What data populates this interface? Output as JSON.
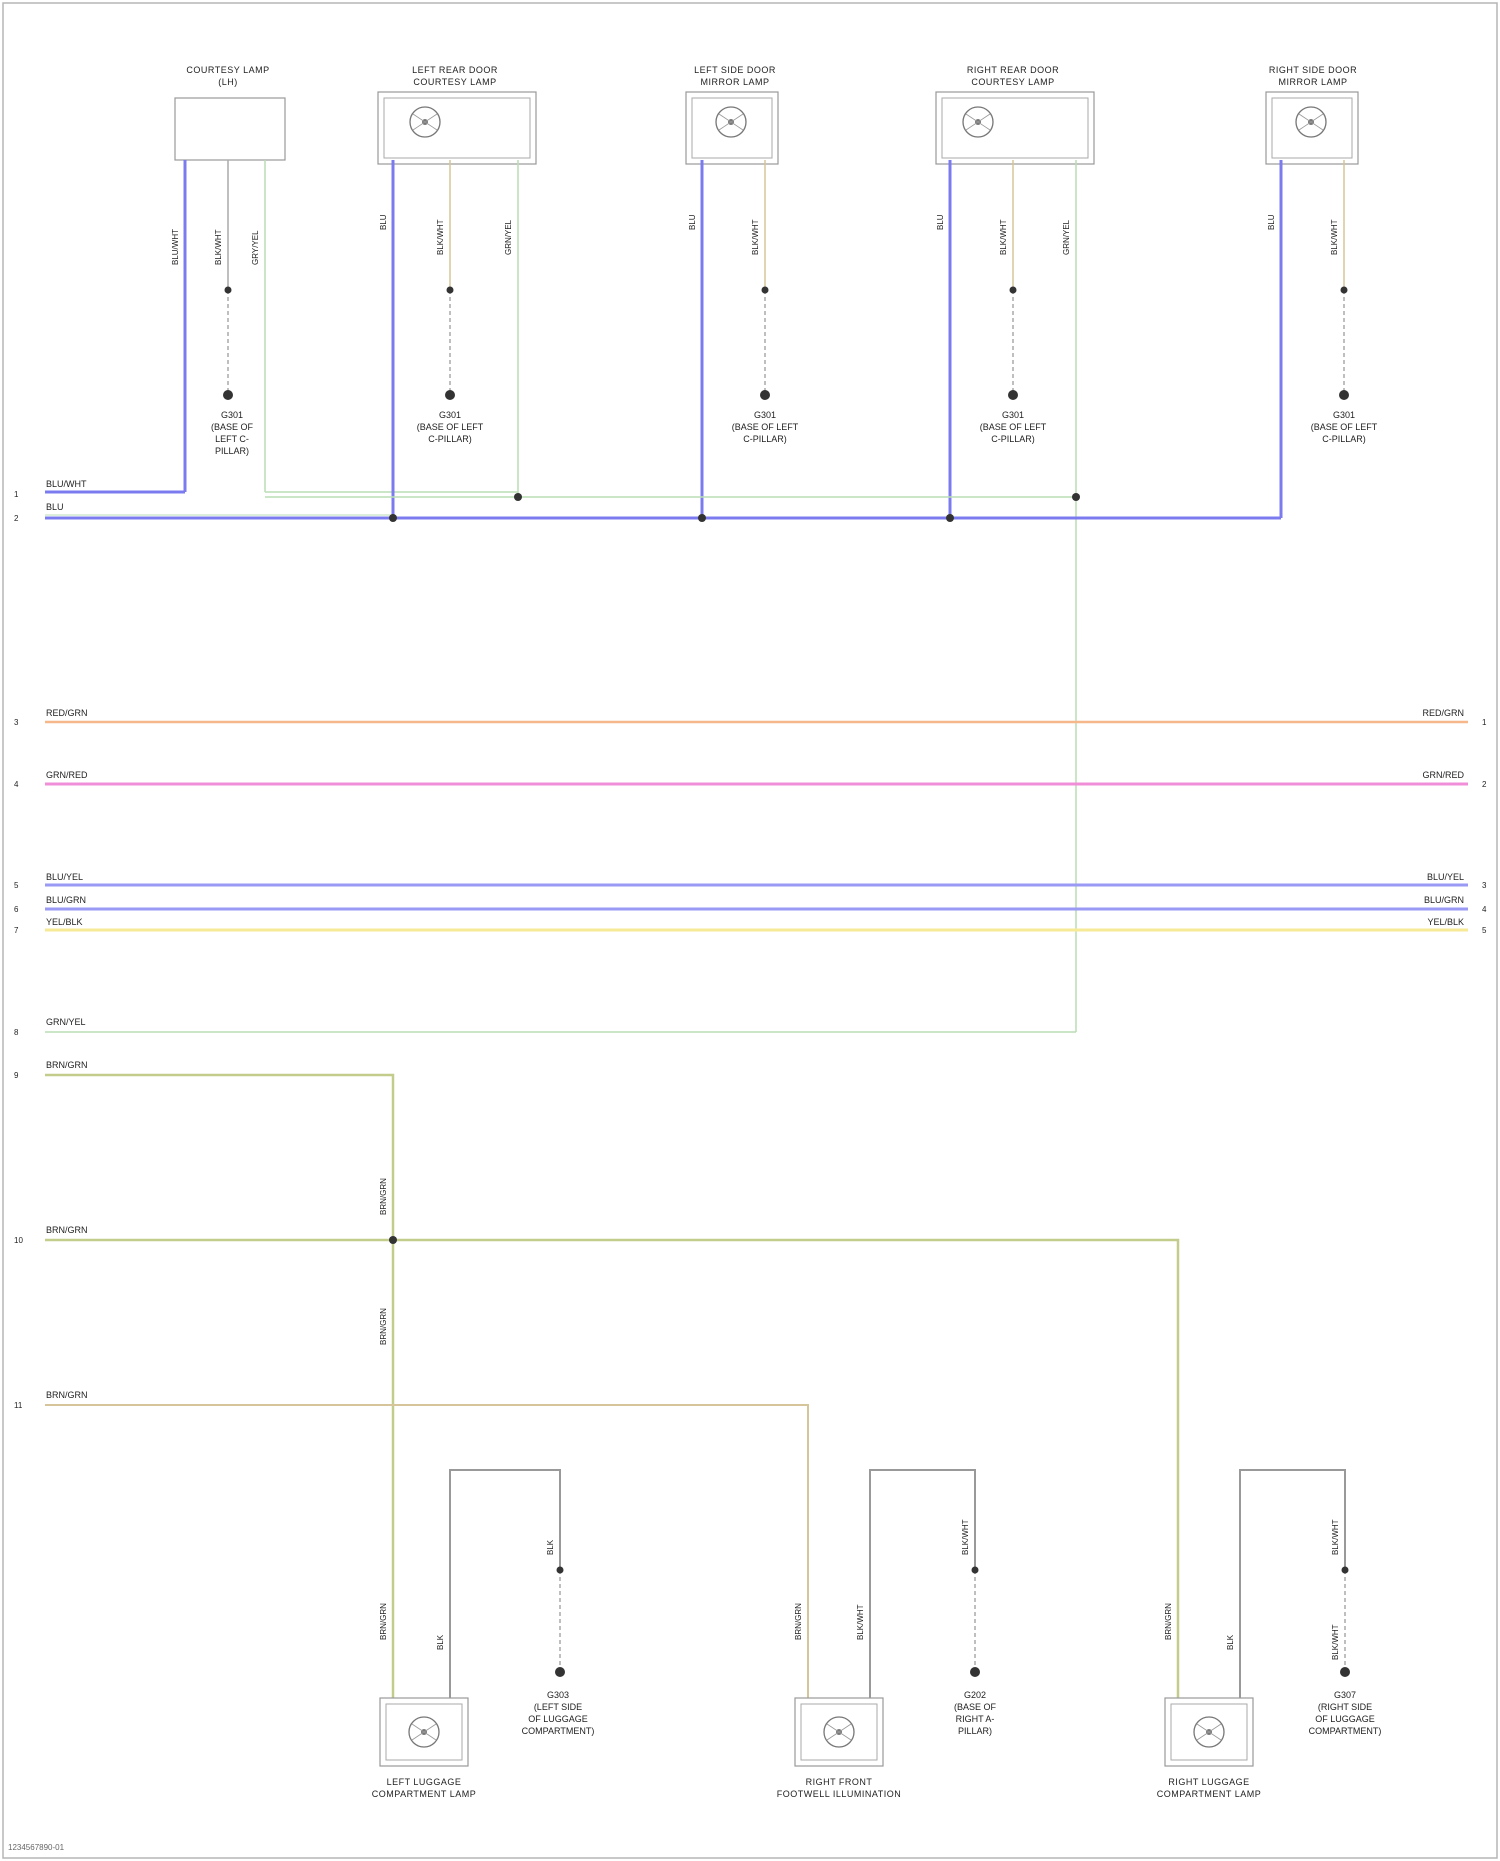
{
  "diagram": {
    "footer_code": "1234567890-01"
  },
  "components_top": [
    {
      "id": "c1",
      "lines": [
        "COURTESY LAMP",
        "(LH)"
      ],
      "has_lamp": false
    },
    {
      "id": "c2",
      "lines": [
        "LEFT REAR DOOR",
        "COURTESY LAMP"
      ],
      "has_lamp": true
    },
    {
      "id": "c3",
      "lines": [
        "LEFT SIDE DOOR",
        "MIRROR LAMP"
      ],
      "has_lamp": true
    },
    {
      "id": "c4",
      "lines": [
        "RIGHT REAR DOOR",
        "COURTESY LAMP"
      ],
      "has_lamp": true
    },
    {
      "id": "c5",
      "lines": [
        "RIGHT SIDE DOOR",
        "MIRROR LAMP"
      ],
      "has_lamp": true
    }
  ],
  "grounds_top": [
    {
      "lines": [
        "G301",
        "(BASE OF",
        "LEFT C-",
        "PILLAR)"
      ]
    },
    {
      "lines": [
        "G301",
        "(BASE OF LEFT",
        "C-PILLAR)"
      ]
    },
    {
      "lines": [
        "G301",
        "(BASE OF LEFT",
        "C-PILLAR)"
      ]
    },
    {
      "lines": [
        "G301",
        "(BASE OF LEFT",
        "C-PILLAR)"
      ]
    },
    {
      "lines": [
        "G301",
        "(BASE OF LEFT",
        "C-PILLAR)"
      ]
    }
  ],
  "top_wire_labels": [
    "BLU/WHT",
    "BLK/WHT",
    "GRY/YEL",
    "BLU",
    "BLK/WHT",
    "GRN/YEL",
    "BLU",
    "BLK/WHT",
    "BLU",
    "BLK/WHT",
    "GRN/YEL",
    "BLU",
    "BLK/WHT"
  ],
  "left_rails": [
    {
      "num": "1",
      "label": "BLU/WHT"
    },
    {
      "num": "2",
      "label": "BLU"
    },
    {
      "num": "3",
      "label": "RED/GRN"
    },
    {
      "num": "4",
      "label": "GRN/RED"
    },
    {
      "num": "5",
      "label": "BLU/YEL"
    },
    {
      "num": "6",
      "label": "BLU/GRN"
    },
    {
      "num": "7",
      "label": "YEL/BLK"
    },
    {
      "num": "8",
      "label": "GRN/YEL"
    },
    {
      "num": "9",
      "label": "BRN/GRN"
    },
    {
      "num": "10",
      "label": "BRN/GRN"
    },
    {
      "num": "11",
      "label": "BRN/GRN"
    }
  ],
  "right_rails": [
    {
      "num": "1",
      "label": "RED/GRN"
    },
    {
      "num": "2",
      "label": "GRN/RED"
    },
    {
      "num": "3",
      "label": "BLU/YEL"
    },
    {
      "num": "4",
      "label": "BLU/GRN"
    },
    {
      "num": "5",
      "label": "YEL/BLK"
    }
  ],
  "components_bottom": [
    {
      "lines": [
        "LEFT LUGGAGE",
        "COMPARTMENT LAMP"
      ]
    },
    {
      "lines": [
        "RIGHT FRONT",
        "FOOTWELL ILLUMINATION"
      ]
    },
    {
      "lines": [
        "RIGHT LUGGAGE",
        "COMPARTMENT LAMP"
      ]
    }
  ],
  "grounds_bottom": [
    {
      "lines": [
        "G303",
        "(LEFT SIDE",
        "OF LUGGAGE",
        "COMPARTMENT)"
      ]
    },
    {
      "lines": [
        "G202",
        "(BASE OF",
        "RIGHT A-",
        "PILLAR)"
      ]
    },
    {
      "lines": [
        "G307",
        "(RIGHT SIDE",
        "OF LUGGAGE",
        "COMPARTMENT)"
      ]
    }
  ],
  "bottom_wire_labels": [
    "BRN/GRN",
    "BRN/GRN",
    "BRN/GRN",
    "BLK",
    "BLK",
    "BRN/GRN",
    "BLK/WHT",
    "BLK/WHT",
    "BRN/GRN",
    "BLK",
    "BLK/WHT",
    "BLK/WHT"
  ],
  "colors": {
    "blue": "#7b7bef",
    "green": "#b9deb3",
    "orange": "#f6b88a",
    "magenta": "#f08fd8",
    "purple": "#9a9af5",
    "yellow": "#f7ea96",
    "olive": "#c3cc8a",
    "tan": "#d6c59a",
    "gray": "#9a9a9a"
  }
}
